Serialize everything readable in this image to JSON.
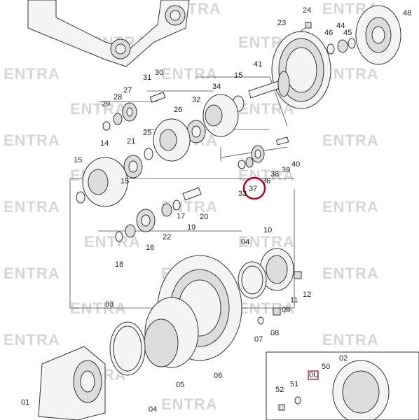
{
  "watermark": "ENTRA",
  "highlight": {
    "label": "37",
    "color": "#b00020"
  },
  "callout_box_label": "0U",
  "labels": [
    "24",
    "23",
    "46",
    "44",
    "45",
    "48",
    "41",
    "15",
    "31",
    "30",
    "27",
    "29",
    "28",
    "34",
    "32",
    "26",
    "25",
    "14",
    "21",
    "15",
    "33",
    "36",
    "38",
    "39",
    "40",
    "15",
    "17",
    "19",
    "20",
    "22",
    "16",
    "18",
    "10",
    "04",
    "12",
    "11",
    "03",
    "09",
    "08",
    "07",
    "06",
    "05",
    "04",
    "02",
    "50",
    "51",
    "52",
    "01"
  ],
  "colors": {
    "line": "#333333",
    "watermark": "#d6d6d6",
    "highlight": "#b00020"
  }
}
